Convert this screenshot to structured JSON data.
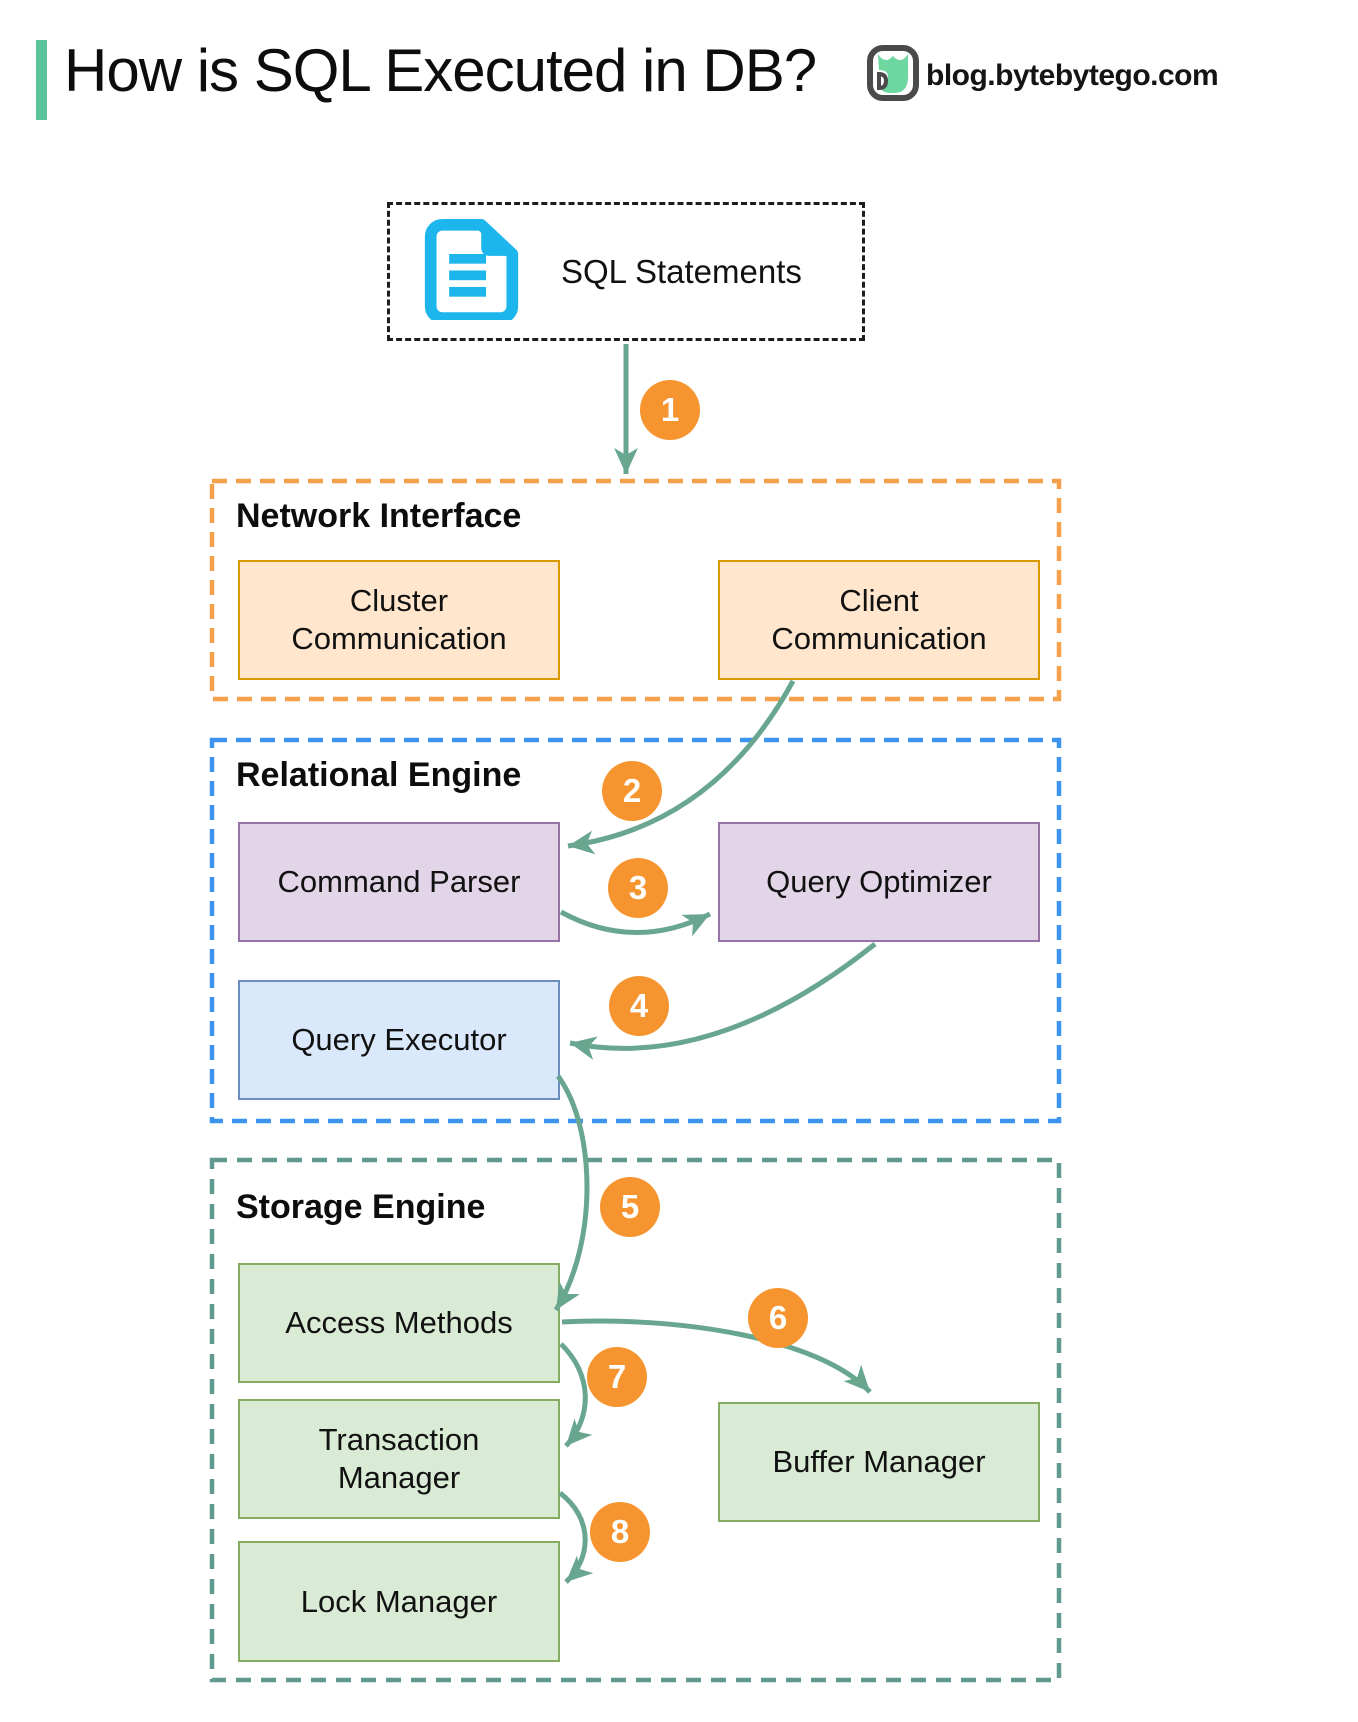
{
  "header": {
    "title": "How is SQL Executed in DB?",
    "brand": "blog.bytebytego.com"
  },
  "source_box": {
    "label": "SQL Statements",
    "icon": "document-icon"
  },
  "containers": [
    {
      "id": "network-interface",
      "label": "Network Interface",
      "border_color": "#F5A04A"
    },
    {
      "id": "relational-engine",
      "label": "Relational Engine",
      "border_color": "#3D94EE"
    },
    {
      "id": "storage-engine",
      "label": "Storage Engine",
      "border_color": "#5F998F"
    }
  ],
  "nodes": [
    {
      "id": "cluster-communication",
      "label": "Cluster Communication",
      "fill": "#FFE6CC",
      "border": "#D79B00"
    },
    {
      "id": "client-communication",
      "label": "Client Communication",
      "fill": "#FFE6CC",
      "border": "#D79B00"
    },
    {
      "id": "command-parser",
      "label": "Command Parser",
      "fill": "#E1D5E7",
      "border": "#9673A6"
    },
    {
      "id": "query-optimizer",
      "label": "Query Optimizer",
      "fill": "#E1D5E7",
      "border": "#9673A6"
    },
    {
      "id": "query-executor",
      "label": "Query Executor",
      "fill": "#DAE8FC",
      "border": "#6C8EBF"
    },
    {
      "id": "access-methods",
      "label": "Access Methods",
      "fill": "#D9EAD5",
      "border": "#84AD63"
    },
    {
      "id": "transaction-manager",
      "label": "Transaction Manager",
      "fill": "#D9EAD5",
      "border": "#84AD63"
    },
    {
      "id": "lock-manager",
      "label": "Lock Manager",
      "fill": "#D9EAD5",
      "border": "#84AD63"
    },
    {
      "id": "buffer-manager",
      "label": "Buffer Manager",
      "fill": "#D9EAD5",
      "border": "#84AD63"
    }
  ],
  "steps": [
    "1",
    "2",
    "3",
    "4",
    "5",
    "6",
    "7",
    "8"
  ],
  "flows": [
    {
      "step": "1",
      "from": "sql-statements",
      "to": "network-interface"
    },
    {
      "step": "2",
      "from": "client-communication",
      "to": "command-parser"
    },
    {
      "step": "3",
      "from": "command-parser",
      "to": "query-optimizer"
    },
    {
      "step": "4",
      "from": "query-optimizer",
      "to": "query-executor"
    },
    {
      "step": "5",
      "from": "query-executor",
      "to": "access-methods"
    },
    {
      "step": "6",
      "from": "access-methods",
      "to": "buffer-manager"
    },
    {
      "step": "7",
      "from": "access-methods",
      "to": "transaction-manager"
    },
    {
      "step": "8",
      "from": "transaction-manager",
      "to": "lock-manager"
    }
  ],
  "colors": {
    "accent_bar": "#5CC49A",
    "arrow": "#69A68F",
    "step_circle": "#F6952F",
    "sql_box_border": "#1d1d1d",
    "document_icon": "#1CB5EC",
    "logo_green": "#6ED7A0",
    "logo_outline": "#4A4A4A"
  }
}
